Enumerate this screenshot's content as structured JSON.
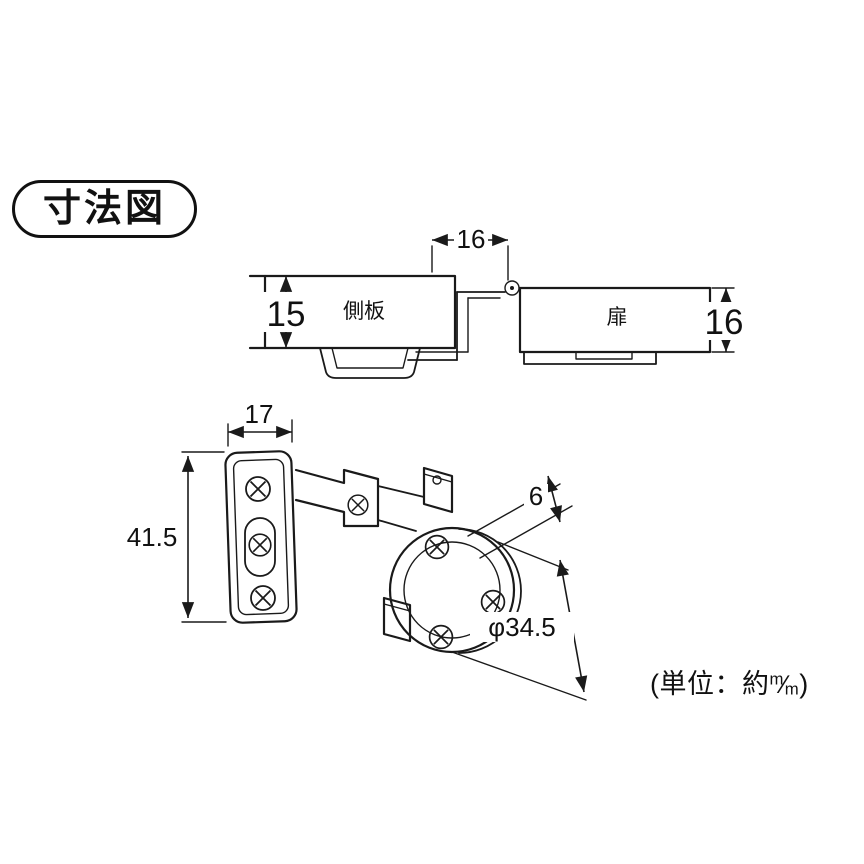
{
  "badge": {
    "label": "寸法図"
  },
  "cross_section": {
    "top_dim": "16",
    "left_dim": "15",
    "right_dim": "16",
    "side_panel_label": "側板",
    "door_label": "扉"
  },
  "hinge": {
    "width_dim": "17",
    "height_dim": "41.5",
    "depth_dim": "6",
    "diameter_dim": "φ34.5"
  },
  "unit_note": {
    "prefix": "(単位：約",
    "numerator": "m",
    "denominator": "m",
    "suffix": ")"
  }
}
